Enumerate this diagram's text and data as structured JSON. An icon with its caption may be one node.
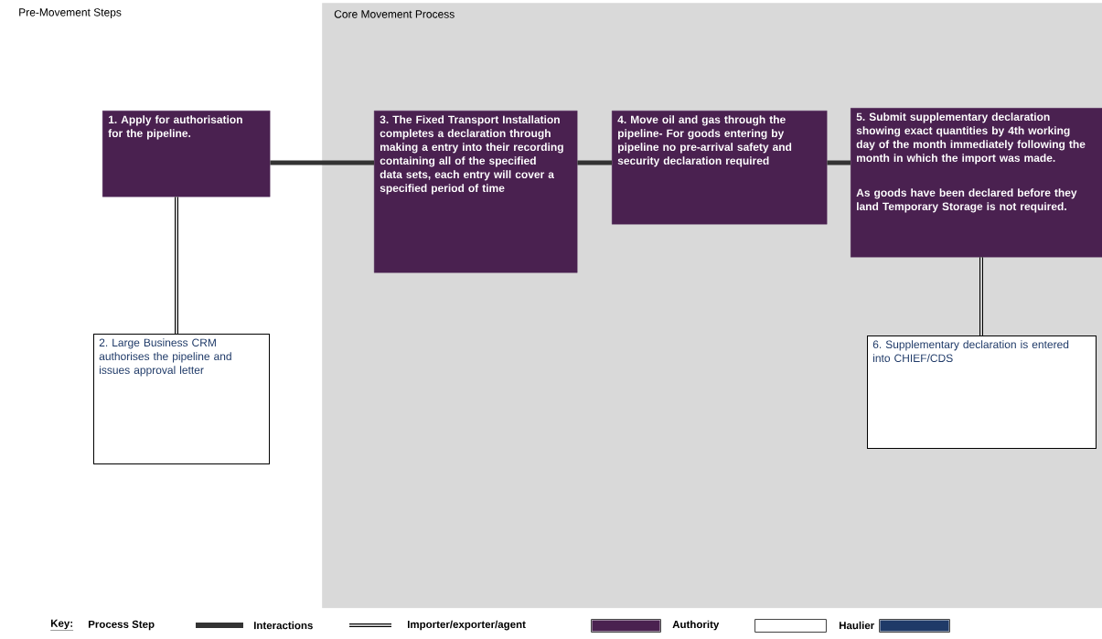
{
  "diagram": {
    "nodes": [
      {
        "text": [
          "1. Apply for authorisation for the pipeline."
        ]
      },
      {
        "text": [
          "2. Large Business CRM authorises the pipeline and issues approval letter"
        ]
      },
      {
        "text": [
          "Core Movement Process"
        ]
      },
      {
        "text": [
          "3. The Fixed Transport Installation completes a declaration through making a entry into their recording containing all of the specified data sets, each entry will cover a specified period of time"
        ],
        "in": 2
      },
      {
        "text": [
          "4. Move oil and gas through the pipeline- For goods  entering by pipeline no pre-arrival safety and security declaration required"
        ],
        "in": 2
      },
      {
        "text": [
          "5. Submit supplementary declaration showing exact quantities by 4th working day of the month immediately following the month in which the import was made.",
          "As goods have been declared before they land Temporary Storage is not required."
        ],
        "in": 2
      },
      {
        "text": [
          "6. Supplementary declaration is entered into CHIEF/CDS"
        ],
        "in": 2
      }
    ],
    "edges": [
      {
        "from": 0,
        "to": 3,
        "arrow": "none"
      },
      {
        "from": 0,
        "to": 1,
        "arrow": "none"
      },
      {
        "from": 3,
        "to": 4,
        "arrow": "none"
      },
      {
        "from": 4,
        "to": 5,
        "arrow": "none"
      },
      {
        "from": 5,
        "to": 6,
        "arrow": "none"
      }
    ],
    "labels": [
      "Pre-Movement Steps",
      "Key:"
    ],
    "legend": [
      {
        "text": "Process Step"
      },
      {
        "text": "Interactions"
      },
      {
        "text": "Importer/exporter/agent",
        "color": "#4a2150"
      },
      {
        "text": "Authority",
        "color": "#ffffff"
      },
      {
        "text": "Haulier",
        "color": "#1f3a68"
      }
    ]
  }
}
